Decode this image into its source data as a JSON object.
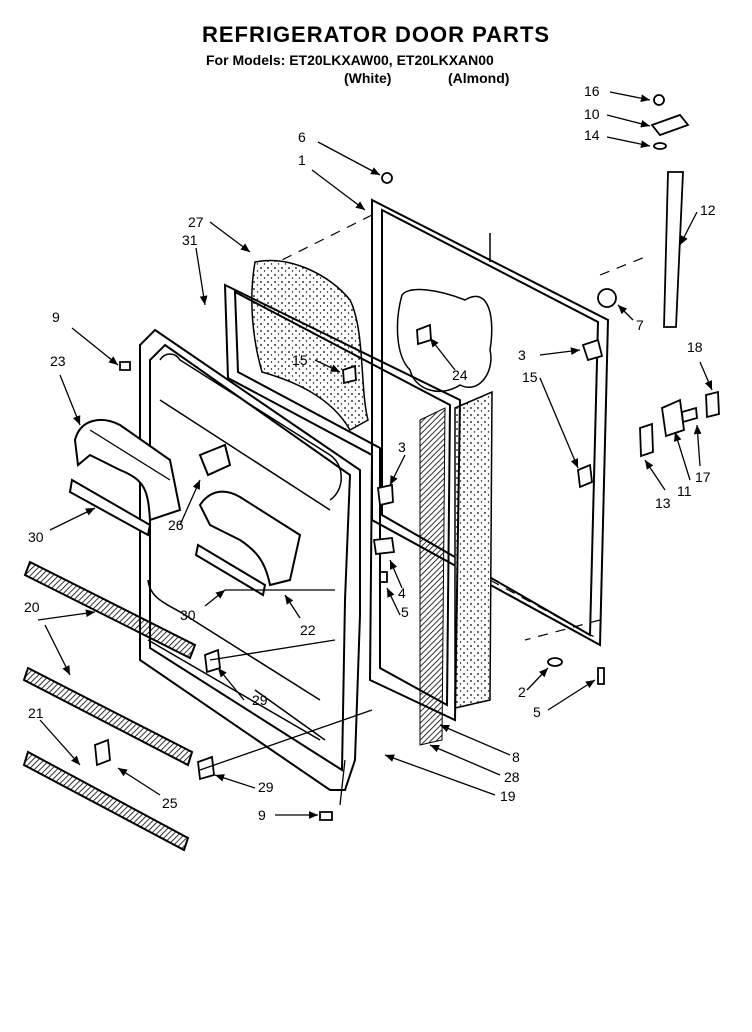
{
  "header": {
    "title": "REFRIGERATOR DOOR PARTS",
    "models_line": "For Models: ET20LKXAW00, ET20LKXAN00",
    "variant_white": "(White)",
    "variant_almond": "(Almond)"
  },
  "callouts": [
    {
      "id": "c16",
      "label": "16"
    },
    {
      "id": "c10",
      "label": "10"
    },
    {
      "id": "c14",
      "label": "14"
    },
    {
      "id": "c6",
      "label": "6"
    },
    {
      "id": "c1",
      "label": "1"
    },
    {
      "id": "c12",
      "label": "12"
    },
    {
      "id": "c27",
      "label": "27"
    },
    {
      "id": "c31",
      "label": "31"
    },
    {
      "id": "c7",
      "label": "7"
    },
    {
      "id": "c9a",
      "label": "9"
    },
    {
      "id": "c15a",
      "label": "15"
    },
    {
      "id": "c24",
      "label": "24"
    },
    {
      "id": "c3a",
      "label": "3"
    },
    {
      "id": "c15b",
      "label": "15"
    },
    {
      "id": "c18",
      "label": "18"
    },
    {
      "id": "c23",
      "label": "23"
    },
    {
      "id": "c3b",
      "label": "3"
    },
    {
      "id": "c13",
      "label": "13"
    },
    {
      "id": "c11",
      "label": "11"
    },
    {
      "id": "c17",
      "label": "17"
    },
    {
      "id": "c26",
      "label": "26"
    },
    {
      "id": "c30a",
      "label": "30"
    },
    {
      "id": "c4",
      "label": "4"
    },
    {
      "id": "c5a",
      "label": "5"
    },
    {
      "id": "c20",
      "label": "20"
    },
    {
      "id": "c30b",
      "label": "30"
    },
    {
      "id": "c22",
      "label": "22"
    },
    {
      "id": "c2",
      "label": "2"
    },
    {
      "id": "c29a",
      "label": "29"
    },
    {
      "id": "c5b",
      "label": "5"
    },
    {
      "id": "c21",
      "label": "21"
    },
    {
      "id": "c8",
      "label": "8"
    },
    {
      "id": "c28",
      "label": "28"
    },
    {
      "id": "c29b",
      "label": "29"
    },
    {
      "id": "c19",
      "label": "19"
    },
    {
      "id": "c25",
      "label": "25"
    },
    {
      "id": "c9b",
      "label": "9"
    }
  ]
}
